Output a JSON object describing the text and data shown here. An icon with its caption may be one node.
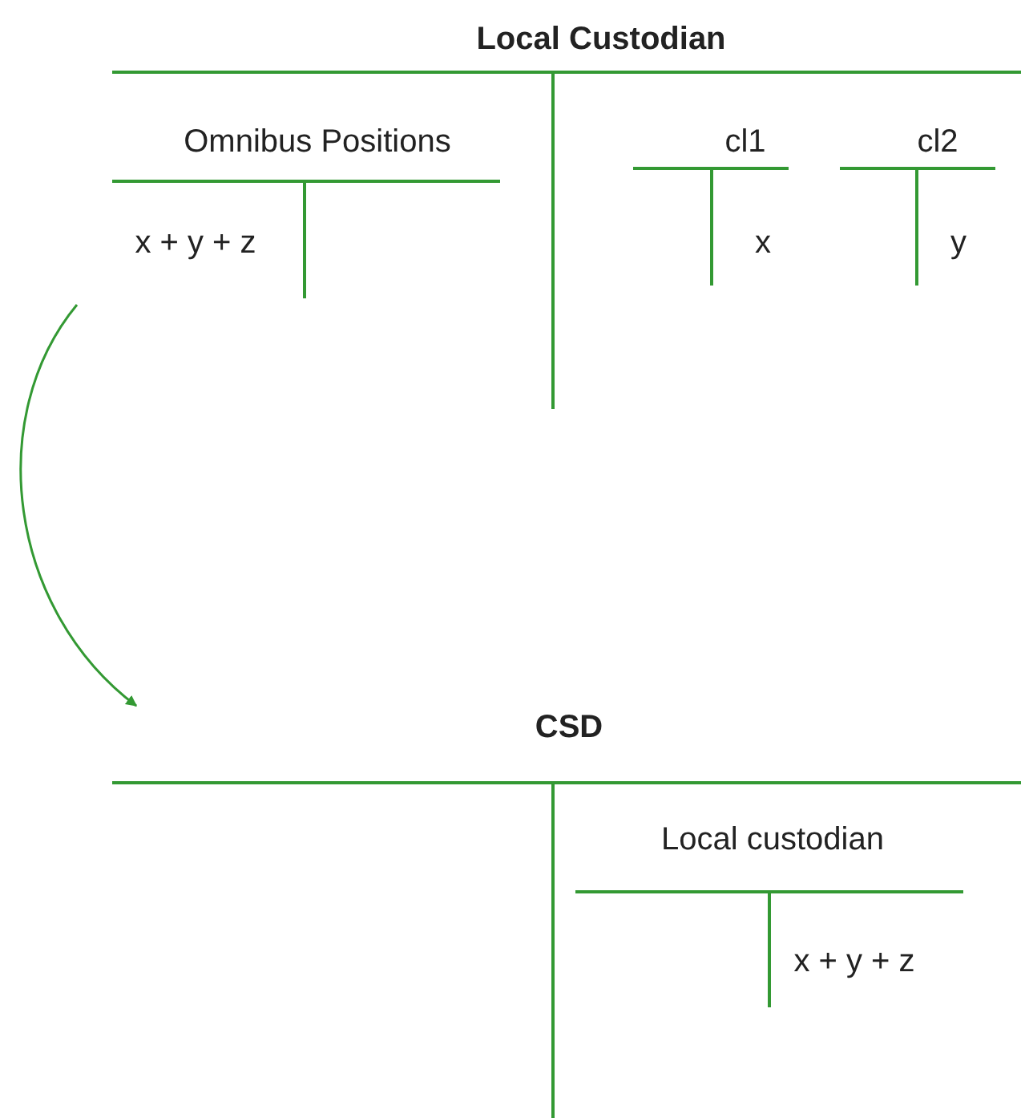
{
  "diagram": {
    "nodes": [
      {
        "text": [
          "Local Custodian"
        ]
      },
      {
        "text": [
          "Omnibus Positions",
          "x + y + z"
        ],
        "in": 0
      },
      {
        "text": [
          "cl1",
          "x"
        ],
        "in": 0
      },
      {
        "text": [
          "cl2",
          "y"
        ],
        "in": 0
      },
      {
        "text": [
          "CSD"
        ]
      },
      {
        "text": [
          "Local custodian",
          "x + y + z"
        ],
        "in": 4
      }
    ],
    "edges": [
      {
        "from": 1,
        "to": 4,
        "arrow": "to"
      }
    ]
  }
}
